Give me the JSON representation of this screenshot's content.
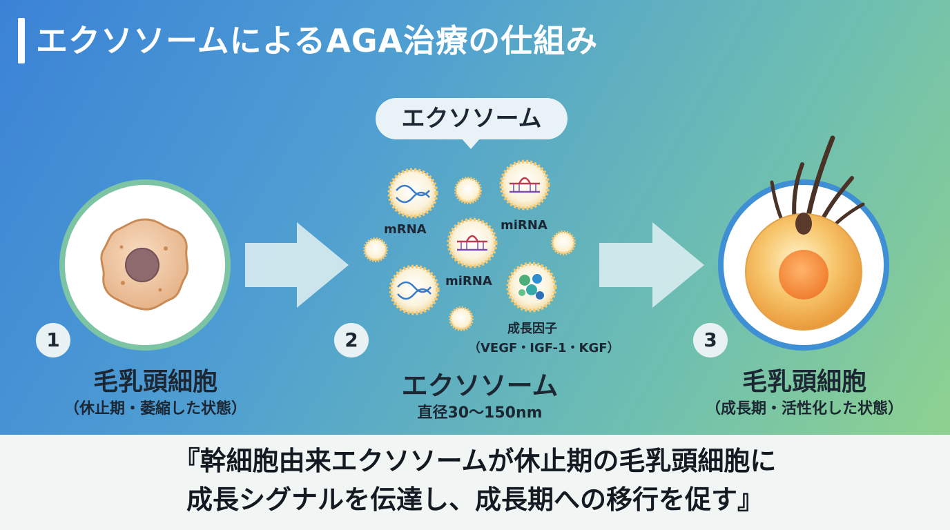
{
  "title": "エクソソームによるAGA治療の仕組み",
  "bubble": "エクソソーム",
  "steps": [
    {
      "number": "1",
      "name": "毛乳頭細胞",
      "sub": "（休止期・萎縮した状態）"
    },
    {
      "number": "2",
      "name": "エクソソーム",
      "sub": "直径30〜150nm"
    },
    {
      "number": "3",
      "name": "毛乳頭細胞",
      "sub": "（成長期・活性化した状態）"
    }
  ],
  "cargo": {
    "mrna": "mRNA",
    "mirna_1": "miRNA",
    "mirna_2": "miRNA",
    "growth_factor": "成長因子",
    "growth_factor_sub": "（VEGF・IGF-1・KGF）"
  },
  "caption": {
    "line1": "『幹細胞由来エクソソームが休止期の毛乳頭細胞に",
    "line2": "成長シグナルを伝達し、成長期への移行を促す』"
  },
  "colors": {
    "cell_ring_1": "#7cc4a4",
    "cell_ring_3": "#3f8fd4",
    "arrow": "#d9ecf0",
    "vesicle_ring": "#f3c873"
  }
}
